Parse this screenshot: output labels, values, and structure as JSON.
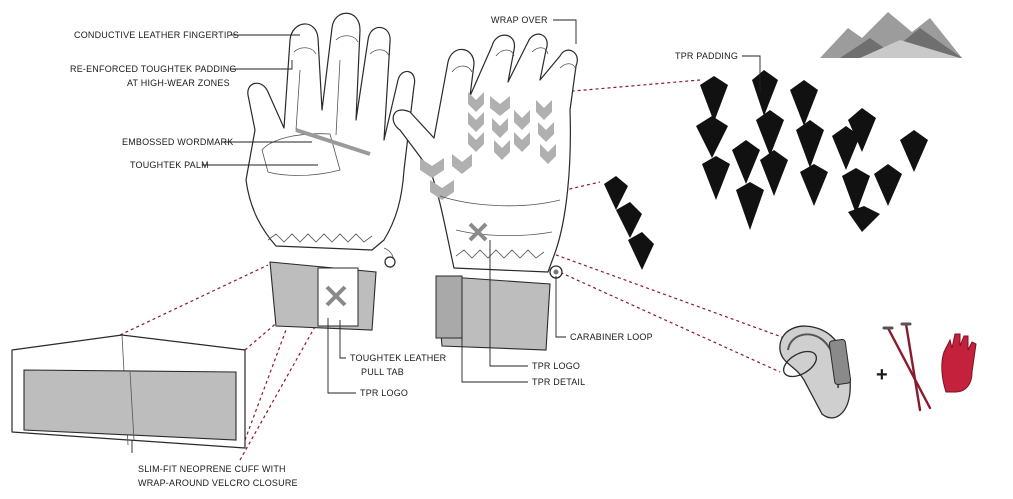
{
  "labels": {
    "conductive_fingertips": "CONDUCTIVE LEATHER FINGERTIPS",
    "reinforced_line1": "RE-ENFORCED TOUGHTEK PADDING",
    "reinforced_line2": "AT HIGH-WEAR ZONES",
    "embossed_wordmark": "EMBOSSED WORDMARK",
    "toughtek_palm": "TOUGHTEK PALM",
    "wrap_over": "WRAP OVER",
    "tpr_padding": "TPR PADDING",
    "carabiner_loop": "CARABINER LOOP",
    "pull_tab_line1": "TOUGHTEK LEATHER",
    "pull_tab_line2": "PULL TAB",
    "tpr_logo_left": "TPR LOGO",
    "tpr_logo_right": "TPR LOGO",
    "tpr_detail": "TPR DETAIL",
    "cuff_line1": "SLIM-FIT NEOPRENE CUFF WITH",
    "cuff_line2": "WRAP-AROUND VELCRO CLOSURE"
  },
  "extras": {
    "plus_sign": "+"
  },
  "colors": {
    "accent_dash": "#8b1a2b",
    "glove_red": "#c4223c",
    "pole_red": "#8b1a2b",
    "tpr_grey": "#bdbdbd",
    "pattern_black": "#111111"
  },
  "icons": {
    "mountains": "mountains-icon",
    "carabiner": "carabiner-icon",
    "ski_poles": "ski-poles-icon",
    "red_glove": "red-glove-icon"
  }
}
